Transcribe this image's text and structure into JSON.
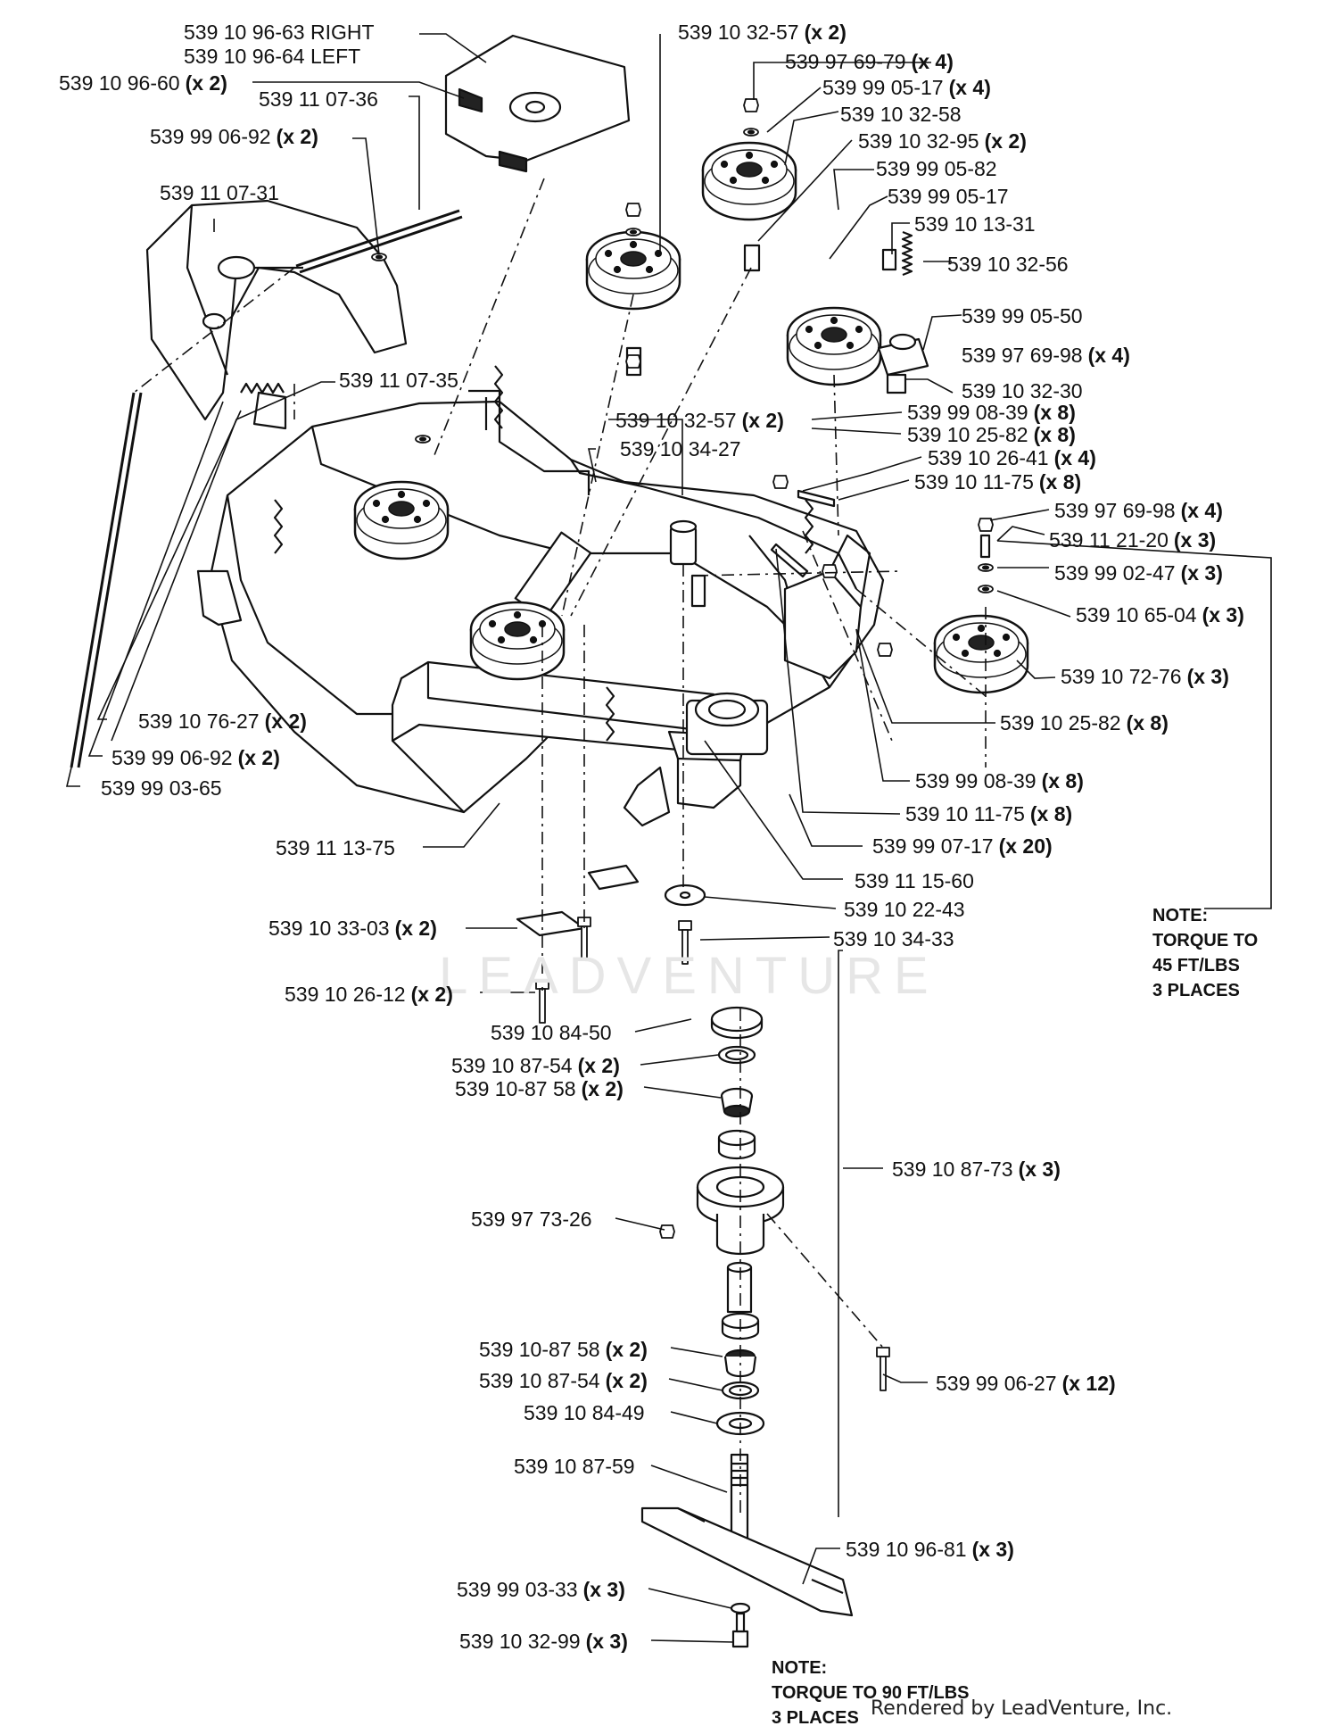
{
  "labels": [
    {
      "id": "l01",
      "text": "539 10 96-63 RIGHT",
      "qty": ""
    },
    {
      "id": "l02",
      "text": "539 10 96-64 LEFT",
      "qty": ""
    },
    {
      "id": "l03",
      "text": "539 10 96-60",
      "qty": "(x 2)"
    },
    {
      "id": "l04",
      "text": "539 11 07-36",
      "qty": ""
    },
    {
      "id": "l05",
      "text": "539 99 06-92",
      "qty": "(x 2)"
    },
    {
      "id": "l06",
      "text": "539 11 07-31",
      "qty": ""
    },
    {
      "id": "l07",
      "text": "539 10 32-57",
      "qty": "(x 2)"
    },
    {
      "id": "l08",
      "text": "539 97 69-79",
      "qty": "(x 4)"
    },
    {
      "id": "l09",
      "text": "539 99 05-17",
      "qty": "(x 4)"
    },
    {
      "id": "l10",
      "text": "539 10 32-58",
      "qty": ""
    },
    {
      "id": "l11",
      "text": "539 10 32-95",
      "qty": "(x 2)"
    },
    {
      "id": "l12",
      "text": "539 99 05-82",
      "qty": ""
    },
    {
      "id": "l13",
      "text": "539 99 05-17",
      "qty": ""
    },
    {
      "id": "l14",
      "text": "539 10 13-31",
      "qty": ""
    },
    {
      "id": "l15",
      "text": "539 10 32-56",
      "qty": ""
    },
    {
      "id": "l16",
      "text": "539 99 05-50",
      "qty": ""
    },
    {
      "id": "l17",
      "text": "539 97 69-98",
      "qty": "(x 4)"
    },
    {
      "id": "l18",
      "text": "539 10 32-30",
      "qty": ""
    },
    {
      "id": "l19",
      "text": "539 11 07-35",
      "qty": ""
    },
    {
      "id": "l20",
      "text": "539 10 32-57",
      "qty": "(x 2)"
    },
    {
      "id": "l21",
      "text": "539 99 08-39",
      "qty": "(x 8)"
    },
    {
      "id": "l22",
      "text": "539 10 25-82",
      "qty": "(x 8)"
    },
    {
      "id": "l23",
      "text": "539 10 34-27",
      "qty": ""
    },
    {
      "id": "l24",
      "text": "539 10 26-41",
      "qty": "(x 4)"
    },
    {
      "id": "l25",
      "text": "539 10 11-75",
      "qty": "(x 8)"
    },
    {
      "id": "l26",
      "text": "539 97 69-98",
      "qty": "(x 4)"
    },
    {
      "id": "l27",
      "text": "539 11 21-20",
      "qty": "(x 3)"
    },
    {
      "id": "l28",
      "text": "539 99 02-47",
      "qty": "(x 3)"
    },
    {
      "id": "l29",
      "text": "539 10 65-04",
      "qty": "(x 3)"
    },
    {
      "id": "l30",
      "text": "539 10 72-76",
      "qty": "(x 3)"
    },
    {
      "id": "l31",
      "text": "539 10 76-27",
      "qty": "(x 2)"
    },
    {
      "id": "l32",
      "text": "539 10 25-82",
      "qty": "(x 8)"
    },
    {
      "id": "l33",
      "text": "539 99 06-92",
      "qty": "(x 2)"
    },
    {
      "id": "l34",
      "text": "539 99 03-65",
      "qty": ""
    },
    {
      "id": "l35",
      "text": "539 99 08-39",
      "qty": "(x 8)"
    },
    {
      "id": "l36",
      "text": "539 10 11-75",
      "qty": "(x 8)"
    },
    {
      "id": "l37",
      "text": "539 11 13-75",
      "qty": ""
    },
    {
      "id": "l38",
      "text": "539 99 07-17",
      "qty": "(x 20)"
    },
    {
      "id": "l39",
      "text": "539 11 15-60",
      "qty": ""
    },
    {
      "id": "l40",
      "text": "539 10 22-43",
      "qty": ""
    },
    {
      "id": "l41",
      "text": "539 10 33-03",
      "qty": "(x 2)"
    },
    {
      "id": "l42",
      "text": "539 10 34-33",
      "qty": ""
    },
    {
      "id": "l43",
      "text": "539 10 26-12",
      "qty": "(x 2)"
    },
    {
      "id": "l44",
      "text": "539 10 84-50",
      "qty": ""
    },
    {
      "id": "l45",
      "text": "539 10 87-54",
      "qty": "(x 2)"
    },
    {
      "id": "l46",
      "text": "539 10-87 58",
      "qty": "(x 2)"
    },
    {
      "id": "l47",
      "text": "539 10 87-73",
      "qty": "(x 3)"
    },
    {
      "id": "l48",
      "text": "539 97 73-26",
      "qty": ""
    },
    {
      "id": "l49",
      "text": "539 10-87 58",
      "qty": "(x 2)"
    },
    {
      "id": "l50",
      "text": "539 10 87-54",
      "qty": "(x 2)"
    },
    {
      "id": "l51",
      "text": "539 99 06-27",
      "qty": "(x 12)"
    },
    {
      "id": "l52",
      "text": "539 10 84-49",
      "qty": ""
    },
    {
      "id": "l53",
      "text": "539 10 87-59",
      "qty": ""
    },
    {
      "id": "l54",
      "text": "539 10 96-81",
      "qty": "(x 3)"
    },
    {
      "id": "l55",
      "text": "539 99 03-33",
      "qty": "(x 3)"
    },
    {
      "id": "l56",
      "text": "539 10 32-99",
      "qty": "(x 3)"
    }
  ],
  "notes": {
    "spindle_torque": [
      "NOTE:",
      "TORQUE TO",
      "45 FT/LBS",
      "3 PLACES"
    ],
    "blade_torque": [
      "NOTE:",
      "TORQUE TO 90 FT/LBS",
      "3 PLACES"
    ]
  },
  "watermark": "LEADVENTURE",
  "credit": "Rendered by LeadVenture, Inc."
}
